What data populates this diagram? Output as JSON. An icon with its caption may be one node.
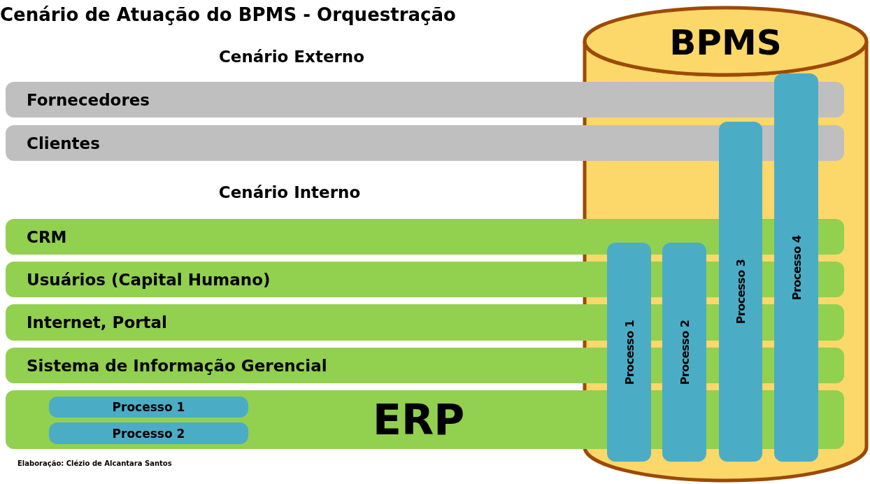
{
  "diagram": {
    "title": "Cenário de Atuação do BPMS - Orquestração",
    "nodes": [
      {
        "text": [
          "BPMS"
        ]
      },
      {
        "text": [
          "Fornecedores"
        ]
      },
      {
        "text": [
          "Clientes"
        ]
      },
      {
        "text": [
          "CRM"
        ]
      },
      {
        "text": [
          "Usuários (Capital Humano)"
        ]
      },
      {
        "text": [
          "Internet, Portal"
        ]
      },
      {
        "text": [
          "Sistema de Informação Gerencial"
        ]
      },
      {
        "text": [
          "ERP"
        ]
      },
      {
        "text": [
          "Processo 1"
        ],
        "in": 7
      },
      {
        "text": [
          "Processo 2"
        ],
        "in": 7
      },
      {
        "text": [
          "Processo 1"
        ],
        "in": 0
      },
      {
        "text": [
          "Processo 2"
        ],
        "in": 0
      },
      {
        "text": [
          "Processo 3"
        ],
        "in": 0
      },
      {
        "text": [
          "Processo 4"
        ],
        "in": 0
      }
    ],
    "labels": [
      "Cenário Externo",
      "Cenário Interno",
      "Elaboração: Clézio de Alcantara Santos"
    ]
  }
}
